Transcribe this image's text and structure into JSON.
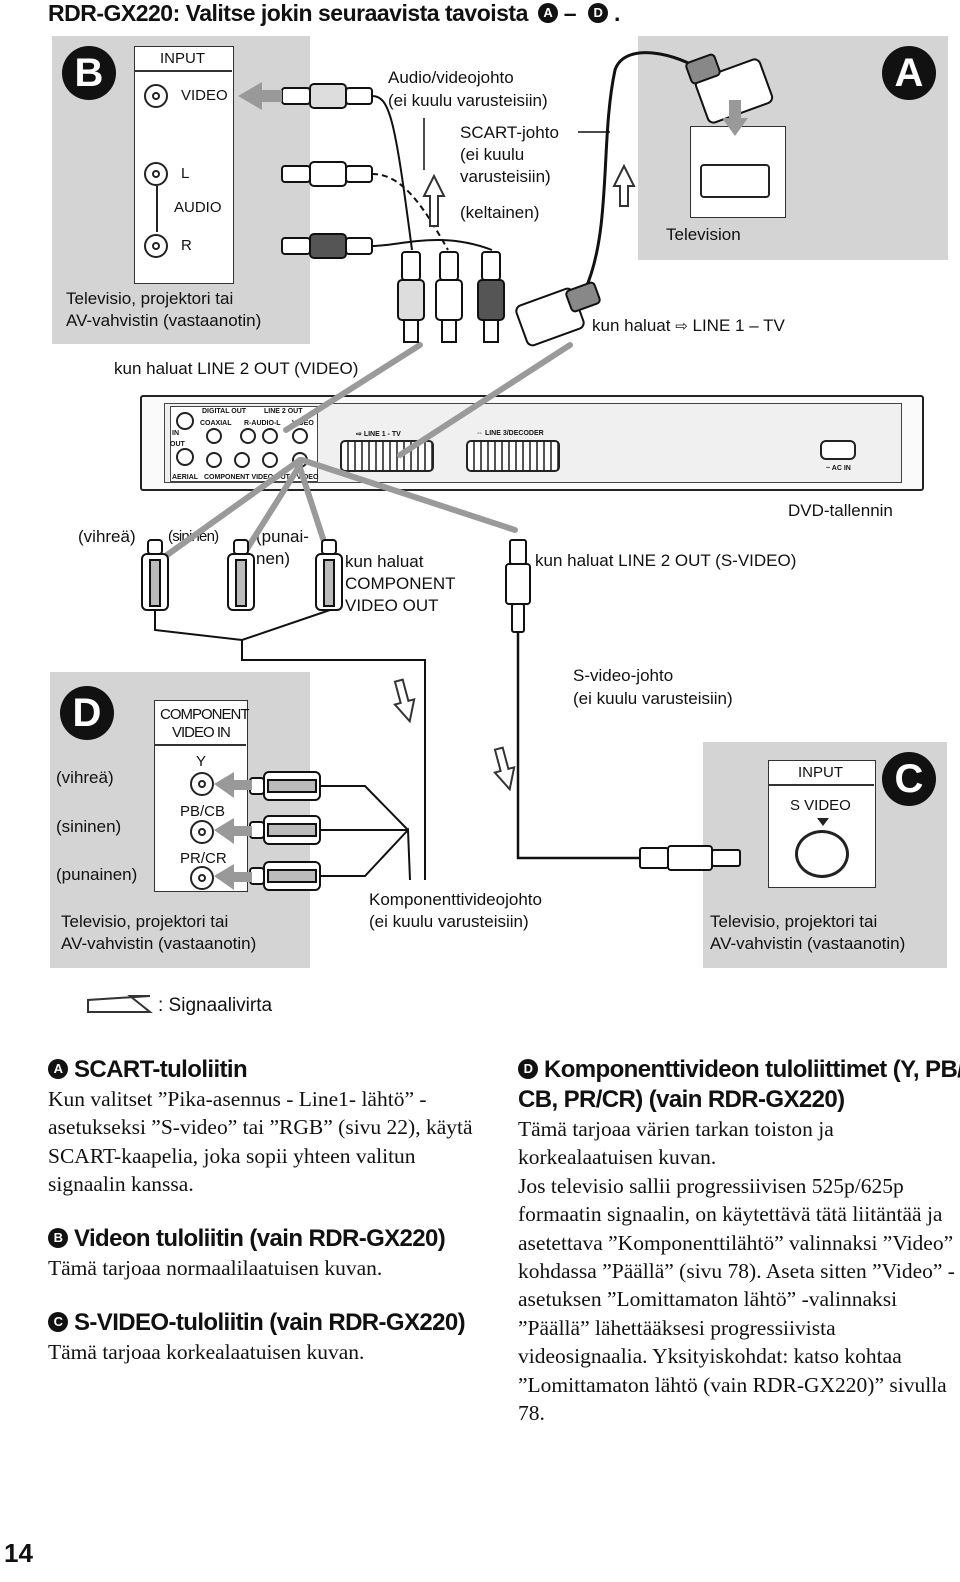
{
  "title": "RDR-GX220: Valitse jokin seuraavista tavoista",
  "title_tail": "–",
  "badges": {
    "a": "A",
    "b": "B",
    "c": "C",
    "d": "D"
  },
  "panel_b": {
    "input_label": "INPUT",
    "video_label": "VIDEO",
    "l_label": "L",
    "audio_label": "AUDIO",
    "r_label": "R",
    "device_line1": "Televisio, projektori tai",
    "device_line2": "AV-vahvistin (vastaanotin)"
  },
  "av_cable": {
    "line1": "Audio/videojohto",
    "line2": "(ei kuulu varusteisiin)"
  },
  "scart_cable": {
    "line1": "SCART-johto",
    "line2": "(ei kuulu",
    "line3": "varusteisiin)",
    "yellow": "(keltainen)"
  },
  "panel_a": {
    "tv_label": "Television"
  },
  "kun_line1": "kun haluat",
  "kun_line1_tail": "LINE 1 – TV",
  "kun_line2_video": "kun haluat LINE 2 OUT (VIDEO)",
  "recorder": {
    "name": "DVD-tallennin",
    "digital_out": "DIGITAL OUT",
    "line2_out": "LINE 2 OUT",
    "coaxial": "COAXIAL",
    "r_audio_l": "R-AUDIO-L",
    "video": "VIDEO",
    "in": "IN",
    "out": "OUT",
    "aerial": "AERIAL",
    "component_out": "COMPONENT VIDEO OUT",
    "s_video": "S VIDEO",
    "line1_tv": "LINE 1 - TV",
    "line3_decoder": "LINE 3/DECODER",
    "ac_in": "~ AC IN"
  },
  "colors_top": {
    "green": "(vihreä)",
    "blue": "(sininen)",
    "red1": "(punai-",
    "red2": "nen)"
  },
  "kun_component": {
    "line1": "kun haluat",
    "line2": "COMPONENT",
    "line3": "VIDEO OUT"
  },
  "kun_svideo": "kun haluat LINE 2 OUT (S-VIDEO)",
  "svideo_cable": {
    "line1": "S-video-johto",
    "line2": "(ei kuulu varusteisiin)"
  },
  "panel_d": {
    "component_in1": "COMPONENT",
    "component_in2": "VIDEO IN",
    "y": "Y",
    "pb_cb": "PB/CB",
    "pr_cr": "PR/CR",
    "green": "(vihreä)",
    "blue": "(sininen)",
    "red": "(punainen)",
    "device_line1": "Televisio, projektori tai",
    "device_line2": "AV-vahvistin (vastaanotin)"
  },
  "component_cable": {
    "line1": "Komponenttivideojohto",
    "line2": "(ei kuulu varusteisiin)"
  },
  "panel_c": {
    "input_label": "INPUT",
    "svideo_label": "S VIDEO",
    "device_line1": "Televisio, projektori tai",
    "device_line2": "AV-vahvistin (vastaanotin)"
  },
  "legend": ": Signaalivirta",
  "sections": {
    "a": {
      "heading": "SCART-tuloliitin",
      "body": "Kun valitset ”Pika-asennus - Line1- lähtö” -asetukseksi ”S-video” tai ”RGB” (sivu 22), käytä SCART-kaapelia, joka sopii yhteen valitun signaalin kanssa."
    },
    "b": {
      "heading": "Videon tuloliitin (vain RDR-GX220)",
      "body": "Tämä tarjoaa normaalilaatuisen kuvan."
    },
    "c": {
      "heading": "S-VIDEO-tuloliitin (vain RDR-GX220)",
      "body": "Tämä tarjoaa korkealaatuisen kuvan."
    },
    "d": {
      "heading1": "Komponenttivideon tuloliittimet (Y, PB/",
      "heading2": "CB, PR/CR) (vain RDR-GX220)",
      "p1": "Tämä tarjoaa värien tarkan toiston ja korkealaatuisen kuvan.",
      "p2": "Jos televisio sallii progressiivisen 525p/625p formaatin signaalin, on käytettävä tätä liitäntää ja asetettava ”Komponenttilähtö” valinnaksi ”Video” kohdassa ”Päällä” (sivu 78). Aseta sitten ”Video” -asetuksen ”Lomittamaton lähtö” -valinnaksi ”Päällä” lähettääksesi progressiivista videosignaalia. Yksityiskohdat: katso kohtaa ”Lomittamaton lähtö (vain RDR-GX220)” sivulla 78."
    }
  },
  "page_number": "14"
}
